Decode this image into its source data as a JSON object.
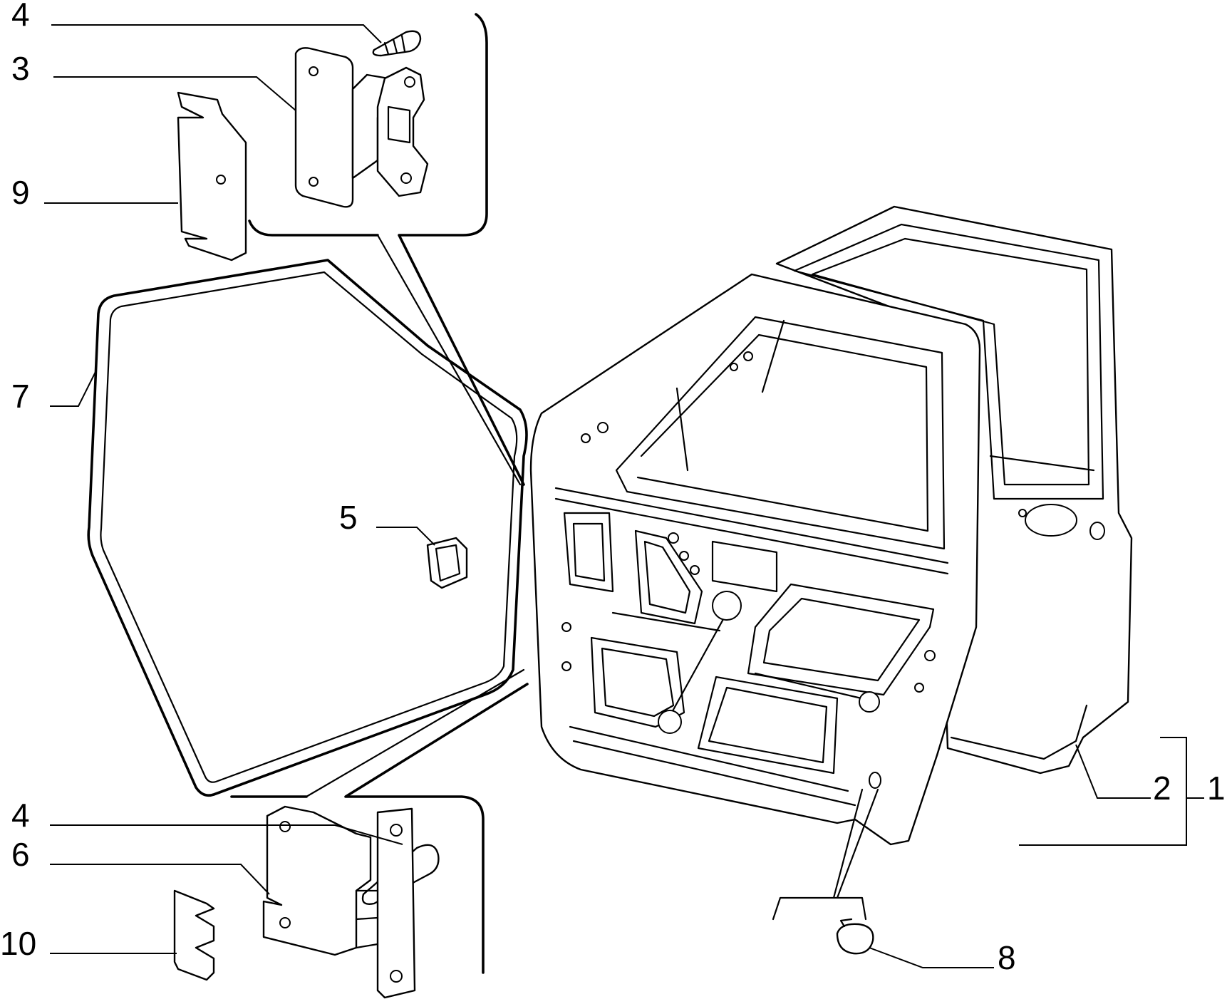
{
  "callouts": {
    "c4_top": "4",
    "c3": "3",
    "c9": "9",
    "c7": "7",
    "c5": "5",
    "c4_bottom": "4",
    "c6": "6",
    "c10": "10",
    "c2": "2",
    "c1": "1",
    "c8": "8"
  }
}
